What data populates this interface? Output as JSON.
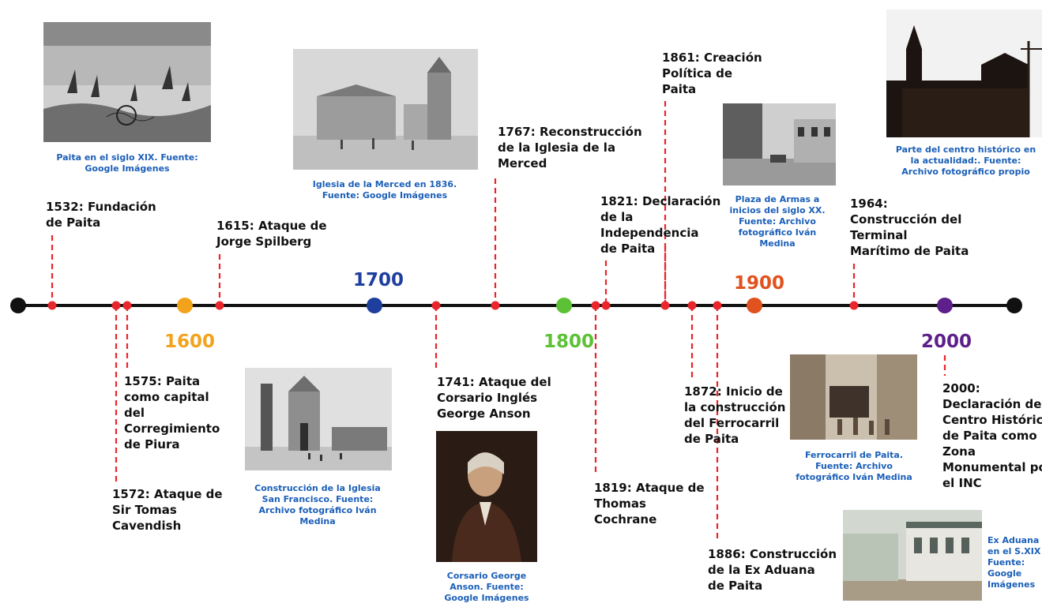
{
  "colors": {
    "axis": "#111111",
    "dash": "#e8262b",
    "event_dot": "#e8262b",
    "caption": "#1b5fb8",
    "c1600": "#f2a31c",
    "c1700": "#1f3f9e",
    "c1800": "#5cc135",
    "c1900": "#e0521e",
    "c2000": "#5d1f8a"
  },
  "centuries": {
    "c1600": "1600",
    "c1700": "1700",
    "c1800": "1800",
    "c1900": "1900",
    "c2000": "2000"
  },
  "events": {
    "e1532": [
      "1532: Fundación",
      "de Paita"
    ],
    "e1615": [
      "1615: Ataque de",
      "Jorge Spilberg"
    ],
    "e1767": [
      "1767: Reconstrucción",
      "de la Iglesia de la",
      "Merced"
    ],
    "e1821": [
      "1821: Declaración",
      "de la",
      "Independencia",
      "de Paita"
    ],
    "e1861": [
      "1861: Creación",
      "Política de",
      "Paita"
    ],
    "e1964": [
      "1964:",
      "Construcción del",
      "Terminal",
      "Marítimo de Paita"
    ],
    "e1575": [
      "1575: Paita",
      "como capital",
      "del",
      "Corregimiento",
      "de Piura"
    ],
    "e1572": [
      "1572: Ataque de",
      "Sir Tomas",
      "Cavendish"
    ],
    "e1741": [
      "1741: Ataque del",
      "Corsario Inglés",
      "George Anson"
    ],
    "e1819": [
      "1819: Ataque de",
      "Thomas",
      "Cochrane"
    ],
    "e1872": [
      "1872: Inicio de",
      "la construcción",
      "del Ferrocarril",
      "de Paita"
    ],
    "e1886": [
      "1886: Construcción",
      "de la Ex Aduana",
      "de Paita"
    ],
    "e2000": [
      "2000:",
      "Declaración del",
      "Centro Histórico",
      "de Paita como",
      "Zona",
      "Monumental por",
      "el INC"
    ]
  },
  "captions": {
    "paita_xix": [
      "Paita en el siglo XIX. Fuente:",
      "Google Imágenes"
    ],
    "merced": [
      "Iglesia de la Merced en 1836.",
      "Fuente: Google Imágenes"
    ],
    "plaza": [
      "Plaza de Armas a",
      "inicios del siglo XX.",
      "Fuente: Archivo",
      "fotográfico Iván",
      "Medina"
    ],
    "centro": [
      "Parte del centro histórico en",
      "la actualidad:. Fuente:",
      "Archivo fotográfico propio"
    ],
    "sanfrancisco": [
      "Construcción de la Iglesia",
      "San Francisco. Fuente:",
      "Archivo fotográfico Iván",
      "Medina"
    ],
    "anson": [
      "Corsario George",
      "Anson. Fuente:",
      "Google Imágenes"
    ],
    "ferrocarril": [
      "Ferrocarril de Paita.",
      "Fuente: Archivo",
      "fotográfico Iván Medina"
    ],
    "aduana": [
      "Ex Aduana",
      "en el S.XIX",
      "Fuente:",
      "Google",
      "Imágenes"
    ]
  },
  "photos": {
    "paita_xix": "engraving of ships in Paita bay",
    "merced": "sketch of Iglesia de la Merced",
    "plaza": "old photo of Plaza de Armas",
    "centro": "present-day church silhouette",
    "sanfrancisco": "photo of San Francisco church under construction",
    "anson": "portrait of George Anson",
    "ferrocarril": "old photo of Paita railway",
    "aduana": "postcard of the old customs house"
  }
}
